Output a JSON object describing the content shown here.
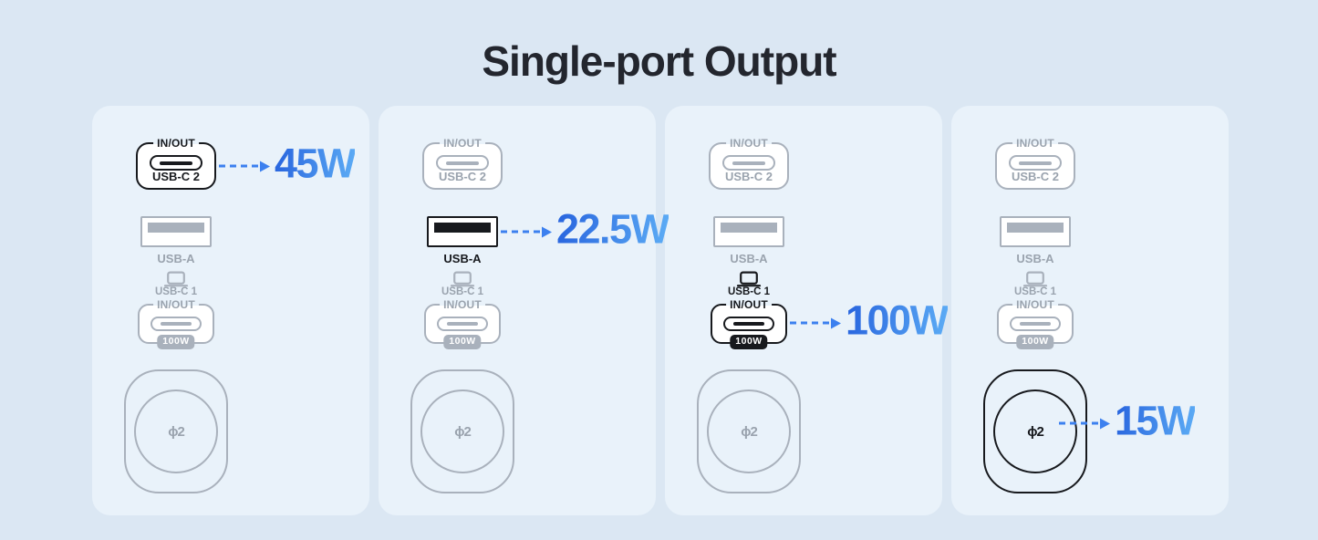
{
  "title": "Single-port Output",
  "port_labels": {
    "in_out": "IN/OUT",
    "usb_c_2": "USB-C 2",
    "usb_a": "USB-A",
    "usb_c_1": "USB-C 1",
    "max_power_badge": "100W",
    "qi2_logo": "ϕ2"
  },
  "panels": [
    {
      "highlight": "usb-c-2",
      "highlighted_port": "USB-C 2",
      "output": "45W"
    },
    {
      "highlight": "usb-a",
      "highlighted_port": "USB-A",
      "output": "22.5W"
    },
    {
      "highlight": "usb-c-1",
      "highlighted_port": "USB-C 1",
      "output": "100W"
    },
    {
      "highlight": "wireless",
      "highlighted_port": "Qi2 wireless pad",
      "output": "15W"
    }
  ],
  "colors": {
    "page_bg": "#dbe7f3",
    "panel_bg": "#e9f2fa",
    "inactive_gray": "#a9b1bc",
    "active_black": "#17191d",
    "arrow_blue": "#3c80ef",
    "wattage_gradient_start": "#2a67df",
    "wattage_gradient_end": "#5aa9f4",
    "title_color": "#23262e",
    "port_fill": "#ffffff"
  }
}
